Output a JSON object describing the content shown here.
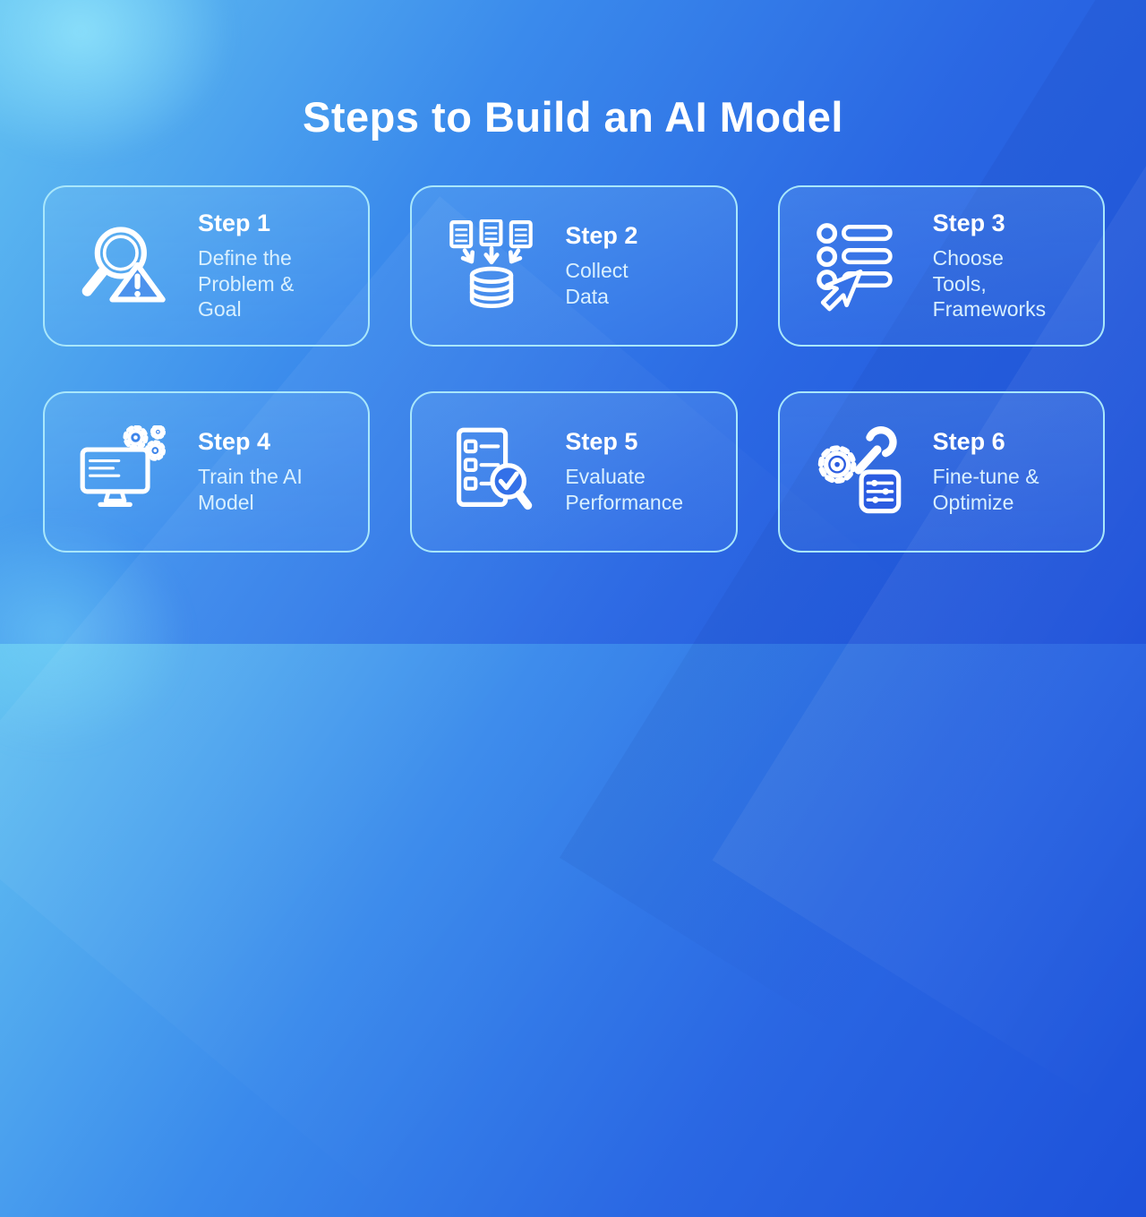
{
  "page": {
    "title": "Steps to Build an AI Model"
  },
  "palette": {
    "background_top_left": "#66C4F2",
    "background_mid": "#2F79E7",
    "background_bottom_right": "#1B4ED9",
    "card_border": "#A9E7FB",
    "step_title_color": "#FFFFFF",
    "step_description_color": "#D9F0FE",
    "icon_color": "#FFFFFF"
  },
  "steps": [
    {
      "label": "Step 1",
      "description": "Define the\nProblem &\nGoal",
      "icon": "magnifier-warning-icon"
    },
    {
      "label": "Step 2",
      "description": "Collect\nData",
      "icon": "documents-database-icon"
    },
    {
      "label": "Step 3",
      "description": "Choose\nTools,\nFrameworks",
      "icon": "cursor-list-icon"
    },
    {
      "label": "Step 4",
      "description": "Train the AI\nModel",
      "icon": "monitor-gears-icon"
    },
    {
      "label": "Step 5",
      "description": "Evaluate\nPerformance",
      "icon": "checklist-magnifier-icon"
    },
    {
      "label": "Step 6",
      "description": "Fine-tune &\nOptimize",
      "icon": "gear-wrench-sliders-icon"
    }
  ]
}
